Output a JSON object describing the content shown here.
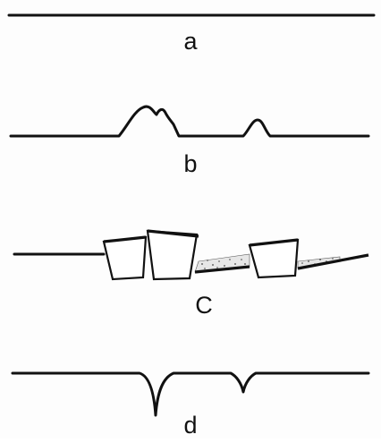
{
  "panels": [
    {
      "id": "a",
      "label": "a"
    },
    {
      "id": "b",
      "label": "b"
    },
    {
      "id": "c",
      "label": "C"
    },
    {
      "id": "d",
      "label": "d"
    }
  ],
  "colors": {
    "line": "#111111",
    "background": "#ffffff",
    "sediment": "#e6e6e6"
  }
}
